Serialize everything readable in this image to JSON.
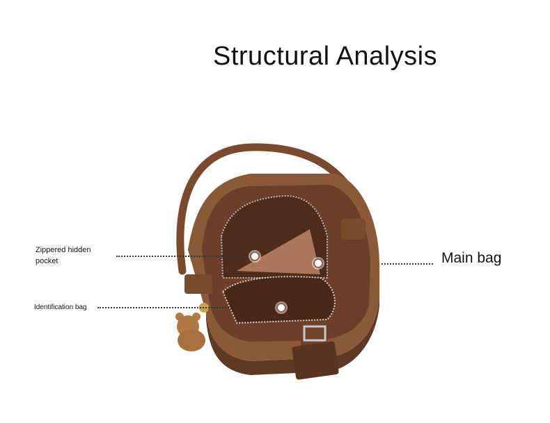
{
  "title": "Structural Analysis",
  "labels": {
    "zippered_pocket": "Zippered hidden pocket",
    "identification_bag": "Identification bag",
    "main_bag": "Main bag"
  },
  "colors": {
    "leather": "#7a4a2c",
    "lining": "#6b3f2a",
    "dark": "#3e2416"
  }
}
